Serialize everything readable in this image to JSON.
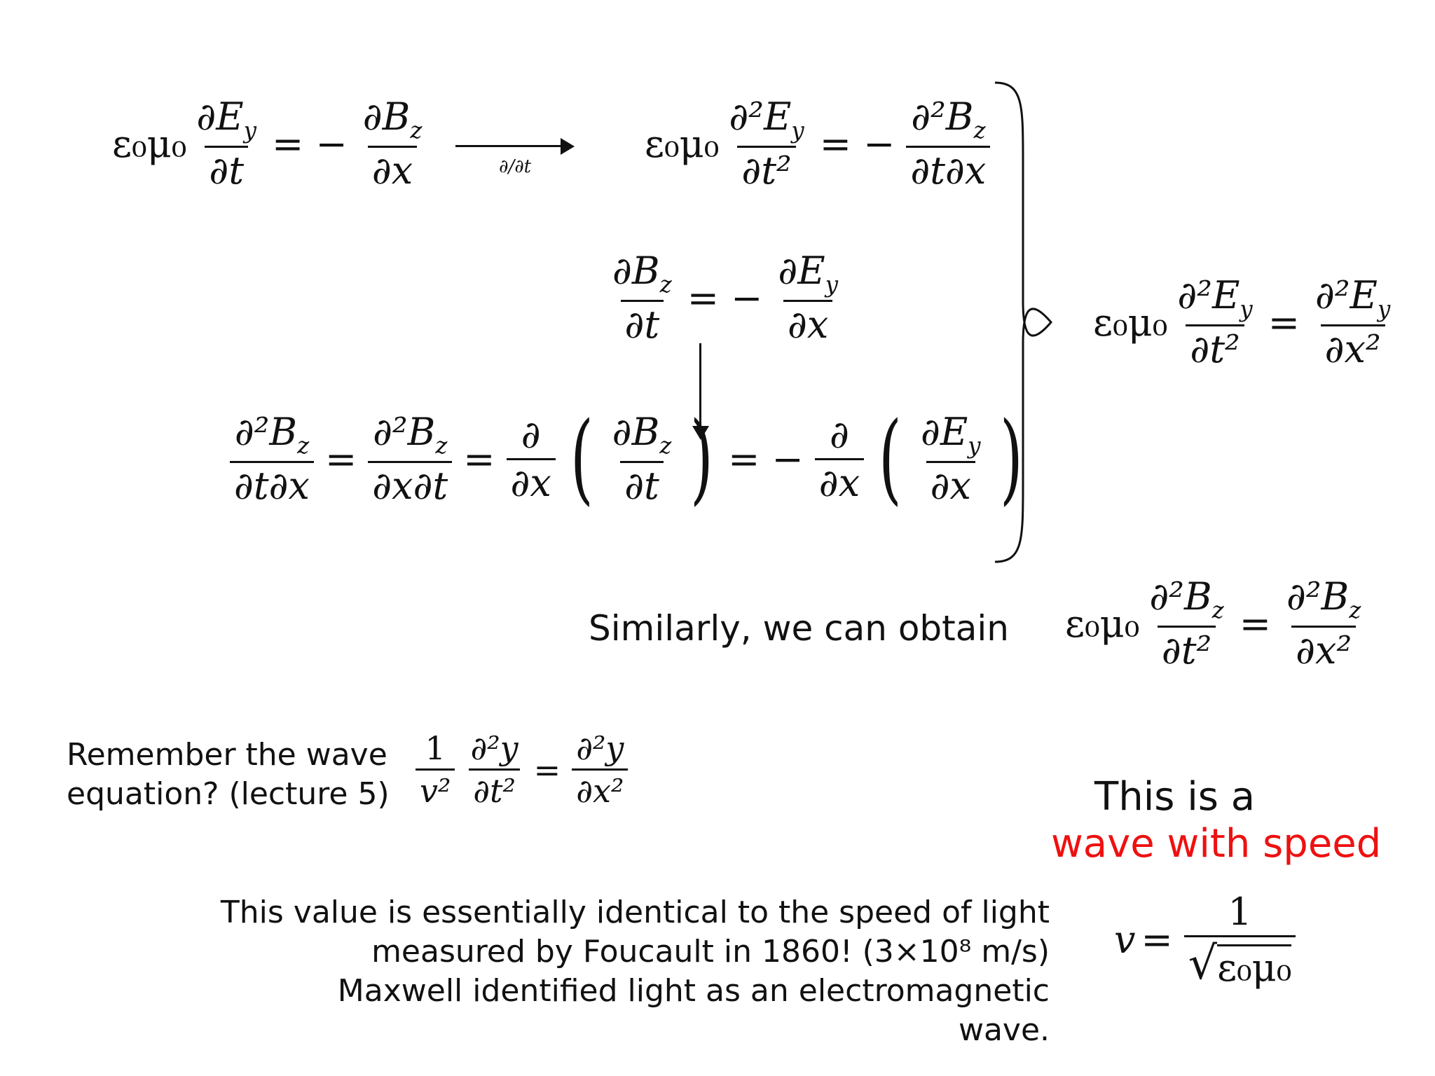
{
  "symbols": {
    "eps_mu": "ε₀μ₀",
    "equals": "=",
    "minus_equals": "= −",
    "partial": "∂",
    "d_dt": "∂/∂t",
    "arrow_right": "⟶",
    "arrow_down": "↓",
    "one": "1",
    "sqrt": "√"
  },
  "equations": {
    "eq1": {
      "lhs_num": "∂E",
      "lhs_sub": "y",
      "lhs_den": "∂t",
      "rhs_num": "∂B",
      "rhs_sub": "z",
      "rhs_den": "∂x"
    },
    "eq2": {
      "lhs_num": "∂²E",
      "lhs_sub": "y",
      "lhs_den": "∂t²",
      "rhs_num": "∂²B",
      "rhs_sub": "z",
      "rhs_den": "∂t∂x"
    },
    "eq3": {
      "lhs_num": "∂B",
      "lhs_sub": "z",
      "lhs_den": "∂t",
      "rhs_num": "∂E",
      "rhs_sub": "y",
      "rhs_den": "∂x"
    },
    "eq4": {
      "t1_num": "∂²B",
      "t1_sub": "z",
      "t1_den": "∂t∂x",
      "t2_num": "∂²B",
      "t2_sub": "z",
      "t2_den": "∂x∂t",
      "t3_op_num": "∂",
      "t3_op_den": "∂x",
      "t3_in_num": "∂B",
      "t3_in_sub": "z",
      "t3_in_den": "∂t",
      "t4_op_num": "∂",
      "t4_op_den": "∂x",
      "t4_in_num": "∂E",
      "t4_in_sub": "y",
      "t4_in_den": "∂x"
    },
    "result_E": {
      "lhs_num": "∂²E",
      "lhs_sub": "y",
      "lhs_den": "∂t²",
      "rhs_num": "∂²E",
      "rhs_sub": "y",
      "rhs_den": "∂x²"
    },
    "result_B": {
      "lhs_num": "∂²B",
      "lhs_sub": "z",
      "lhs_den": "∂t²",
      "rhs_num": "∂²B",
      "rhs_sub": "z",
      "rhs_den": "∂x²"
    },
    "wave": {
      "coef_num": "1",
      "coef_den": "v²",
      "lhs_num": "∂²y",
      "lhs_den": "∂t²",
      "rhs_num": "∂²y",
      "rhs_den": "∂x²"
    },
    "speed": {
      "lhs": "v",
      "num": "1",
      "den": "ε₀μ₀"
    }
  },
  "texts": {
    "similarly": "Similarly, we can obtain",
    "remember_line1": "Remember the wave",
    "remember_line2": "equation? (lecture 5)",
    "this_is_a": "This is a",
    "wave_with_speed": "wave with speed",
    "value_line1": "This value is essentially identical to the speed of light",
    "value_line2": "measured by Foucault in 1860!   (3×10⁸ m/s)",
    "value_line3": "Maxwell identified light as an electromagnetic",
    "value_line4": "wave."
  },
  "colors": {
    "text": "#111111",
    "highlight": "#ee1111",
    "background": "#ffffff"
  }
}
